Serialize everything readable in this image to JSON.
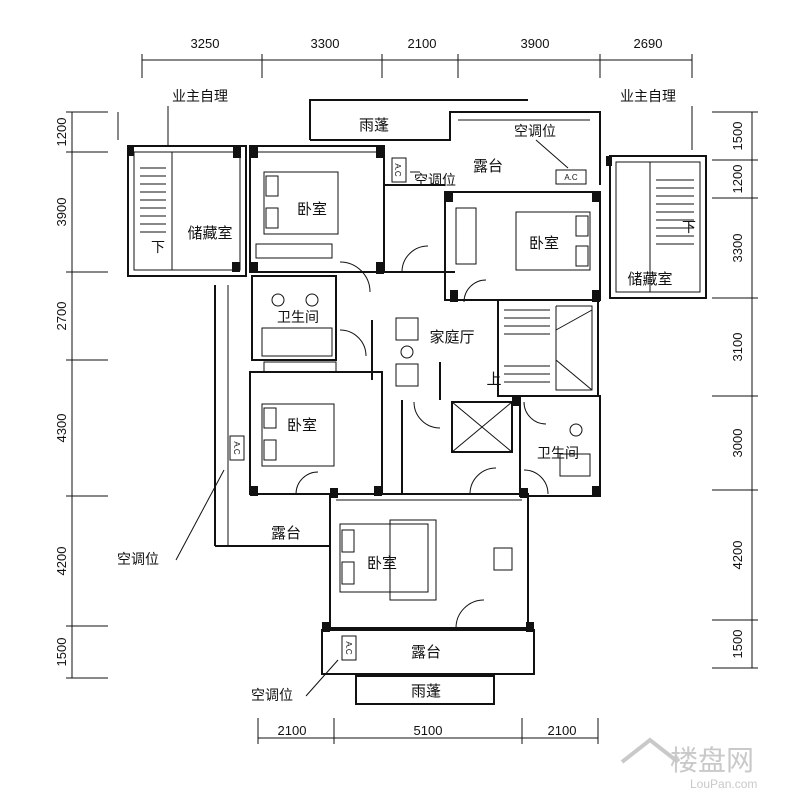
{
  "dimensions": {
    "top": [
      "3250",
      "3300",
      "2100",
      "3900",
      "2690"
    ],
    "bottom": [
      "2100",
      "5100",
      "2100"
    ],
    "left": [
      "1200",
      "3900",
      "2700",
      "4300",
      "4200",
      "1500"
    ],
    "right": [
      "1500",
      "1200",
      "3300",
      "3100",
      "3000",
      "4200",
      "1500"
    ]
  },
  "labels": {
    "owner_left": "业主自理",
    "owner_right": "业主自理",
    "canopy_top": "雨蓬",
    "canopy_bottom": "雨蓬",
    "ac_top": "空调位",
    "ac_upper_mid": "空调位",
    "ac_left": "空调位",
    "ac_bottom": "空调位",
    "terrace_top": "露台",
    "terrace_mid": "露台",
    "terrace_bottom": "露台",
    "bedroom_1": "卧室",
    "bedroom_2": "卧室",
    "bedroom_3": "卧室",
    "bedroom_4": "卧室",
    "storage_left": "储藏室",
    "storage_right": "储藏室",
    "bath_left": "卫生间",
    "bath_right": "卫生间",
    "family_hall": "家庭厅",
    "stair_up": "上",
    "stair_down_left": "下",
    "stair_down_right": "下",
    "ac_tag": "A.C"
  },
  "watermark": {
    "text": "楼盘网",
    "url": "LouPan.com"
  }
}
